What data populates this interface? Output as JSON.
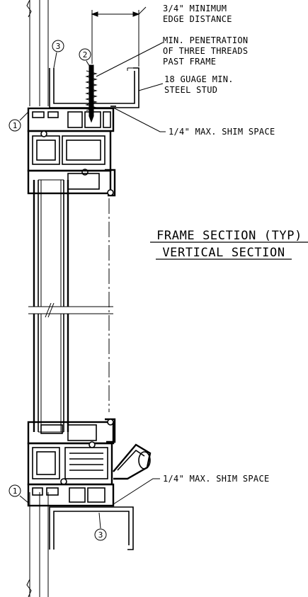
{
  "drawing": {
    "title_line1": "FRAME SECTION (TYP)",
    "title_line2": "VERTICAL SECTION",
    "notes": {
      "edge_distance_1": "3/4\" MINIMUM",
      "edge_distance_2": "EDGE DISTANCE",
      "penetration_1": "MIN. PENETRATION",
      "penetration_2": "OF THREE THREADS",
      "penetration_3": "PAST FRAME",
      "stud_1": "18 GUAGE MIN.",
      "stud_2": "STEEL STUD",
      "shim_top": "1/4\" MAX. SHIM SPACE",
      "shim_bottom": "1/4\" MAX. SHIM SPACE"
    },
    "callouts": {
      "c1_top": "1",
      "c2": "2",
      "c3_top": "3",
      "c1_bottom": "1",
      "c3_bottom": "3"
    }
  }
}
